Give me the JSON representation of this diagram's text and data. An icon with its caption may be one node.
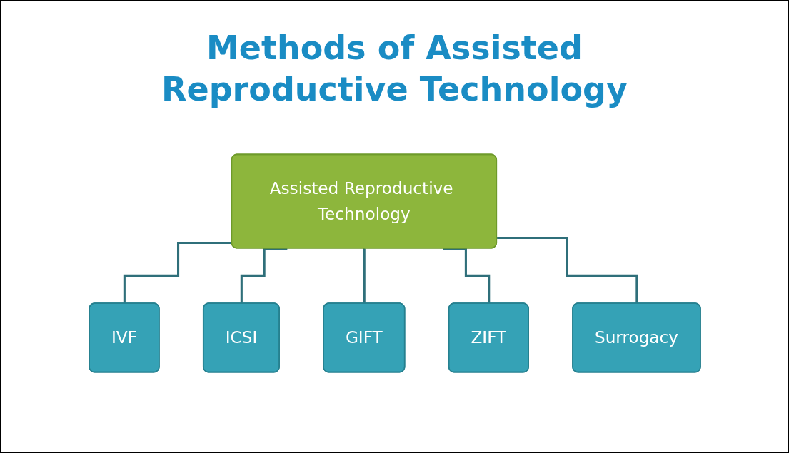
{
  "diagram": {
    "title": "Methods of Assisted Reproductive Technology",
    "nodes": [
      {
        "text": [
          "Assisted Reproductive Technology"
        ]
      },
      {
        "text": [
          "IVF"
        ]
      },
      {
        "text": [
          "ICSI"
        ]
      },
      {
        "text": [
          "GIFT"
        ]
      },
      {
        "text": [
          "ZIFT"
        ]
      },
      {
        "text": [
          "Surrogacy"
        ]
      }
    ],
    "edges": [
      {
        "from": 0,
        "to": 1,
        "arrow": "none"
      },
      {
        "from": 0,
        "to": 2,
        "arrow": "none"
      },
      {
        "from": 0,
        "to": 3,
        "arrow": "none"
      },
      {
        "from": 0,
        "to": 4,
        "arrow": "none"
      },
      {
        "from": 0,
        "to": 5,
        "arrow": "none"
      }
    ]
  }
}
